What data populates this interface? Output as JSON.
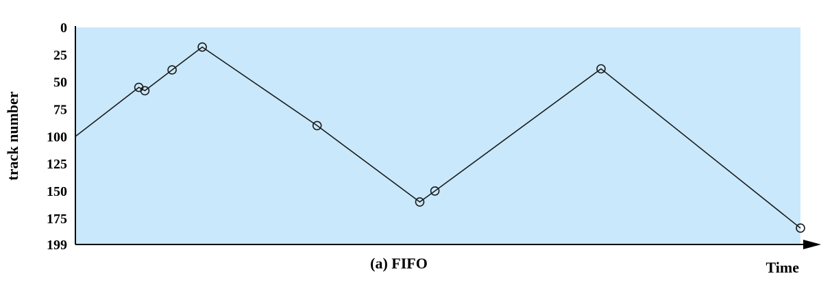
{
  "chart_data": {
    "type": "line",
    "title": "(a) FIFO",
    "xlabel": "Time",
    "ylabel": "track number",
    "y_ticks": [
      0,
      25,
      50,
      75,
      100,
      125,
      150,
      175,
      199
    ],
    "y_tick_labels": [
      "0",
      "25",
      "50",
      "75",
      "100",
      "125",
      "150",
      "175",
      "199"
    ],
    "ylim": [
      0,
      199
    ],
    "y_inverted": true,
    "xlim": [
      0,
      24
    ],
    "grid": false,
    "legend": "none",
    "series": [
      {
        "x": [
          0,
          2.1,
          2.3,
          3.2,
          4.2,
          8.0,
          11.4,
          11.9,
          17.4,
          24
        ],
        "y": [
          100,
          55,
          58,
          39,
          18,
          90,
          160,
          150,
          38,
          184
        ],
        "markers": [
          false,
          true,
          true,
          true,
          true,
          true,
          true,
          true,
          true,
          true
        ]
      }
    ],
    "colors": {
      "plot_background": "#c9e8fb",
      "line": "#1a1a1a",
      "axis": "#000000"
    }
  }
}
